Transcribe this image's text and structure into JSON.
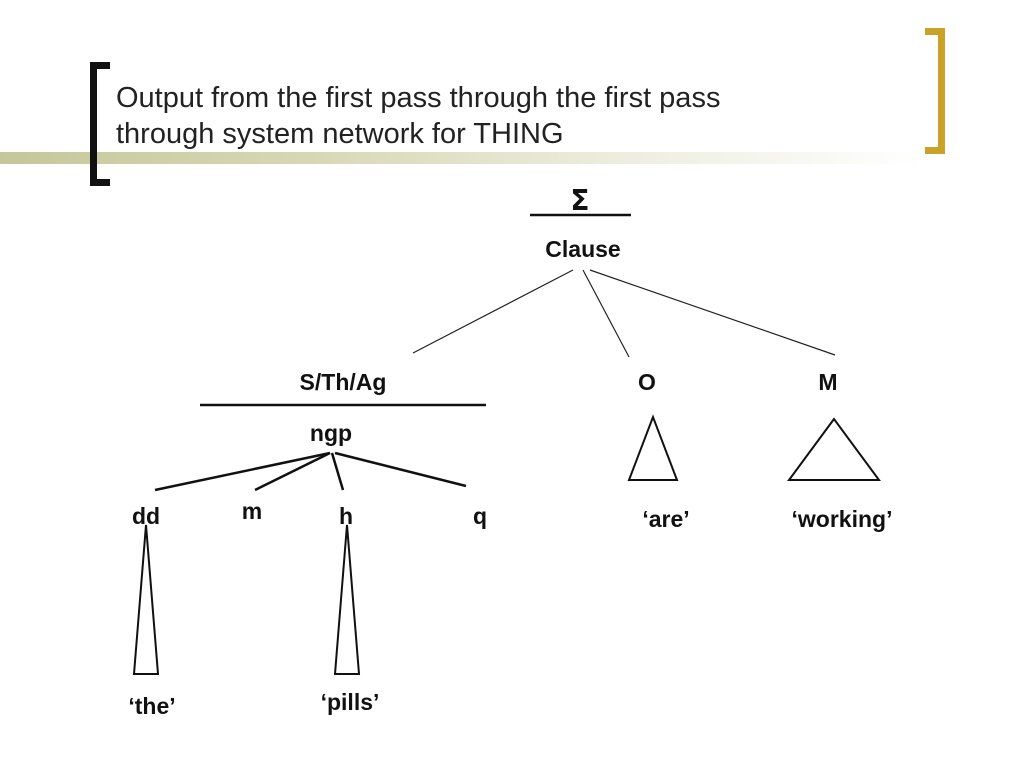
{
  "slide": {
    "title_line1": "Output from the first pass through the first pass",
    "title_line2": "through system network for THING",
    "accent_colors": {
      "bracket_right": "#c9a227",
      "bar": "#c5c79a",
      "bracket_left": "#111111"
    }
  },
  "tree": {
    "root_symbol": "Σ",
    "root": "Clause",
    "constituents": {
      "subject": "S/Th/Ag",
      "subject_unit": "ngp",
      "operator": "O",
      "main_verb": "M"
    },
    "ngp_elements": {
      "dd": "dd",
      "m": "m",
      "h": "h",
      "q": "q"
    },
    "fillers": {
      "dd": "‘the’",
      "h": "‘pills’",
      "operator": "‘are’",
      "main_verb": "‘working’"
    }
  }
}
